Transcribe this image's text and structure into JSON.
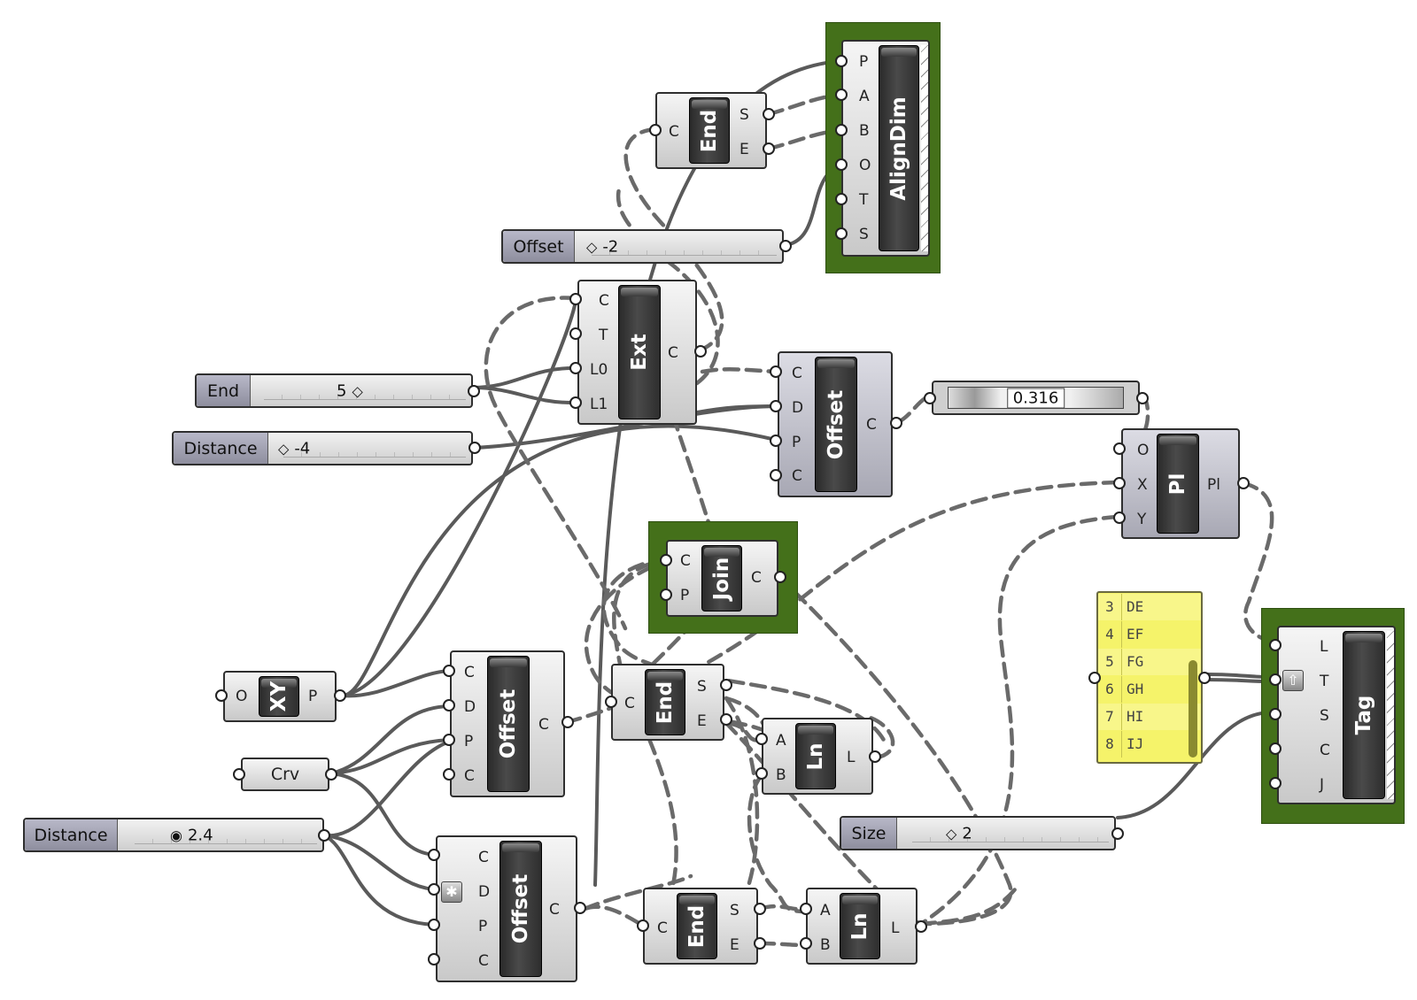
{
  "components": {
    "aligndim": {
      "name": "AlignDim",
      "inputs": [
        "P",
        "A",
        "B",
        "O",
        "T",
        "S"
      ]
    },
    "end_top": {
      "name": "End",
      "inputs": [
        "C"
      ],
      "outputs": [
        "S",
        "E"
      ]
    },
    "ext": {
      "name": "Ext",
      "inputs": [
        "C",
        "T",
        "L0",
        "L1"
      ],
      "outputs": [
        "C"
      ]
    },
    "offset_mid": {
      "name": "Offset",
      "inputs": [
        "C",
        "D",
        "P",
        "C"
      ],
      "outputs": [
        "C"
      ]
    },
    "pl": {
      "name": "Pl",
      "inputs": [
        "O",
        "X",
        "Y"
      ],
      "outputs": [
        "Pl"
      ]
    },
    "join": {
      "name": "Join",
      "inputs": [
        "C",
        "P"
      ],
      "outputs": [
        "C"
      ]
    },
    "xy": {
      "name": "XY",
      "inputs": [
        "O"
      ],
      "outputs": [
        "P"
      ]
    },
    "offset_left": {
      "name": "Offset",
      "inputs": [
        "C",
        "D",
        "P",
        "C"
      ],
      "outputs": [
        "C"
      ]
    },
    "end_mid": {
      "name": "End",
      "inputs": [
        "C"
      ],
      "outputs": [
        "S",
        "E"
      ]
    },
    "ln_mid": {
      "name": "Ln",
      "inputs": [
        "A",
        "B"
      ],
      "outputs": [
        "L"
      ]
    },
    "offset_bottom": {
      "name": "Offset",
      "inputs": [
        "C",
        "D",
        "P",
        "C"
      ],
      "outputs": [
        "C"
      ]
    },
    "end_bottom": {
      "name": "End",
      "inputs": [
        "C"
      ],
      "outputs": [
        "S",
        "E"
      ]
    },
    "ln_bottom": {
      "name": "Ln",
      "inputs": [
        "A",
        "B"
      ],
      "outputs": [
        "L"
      ]
    },
    "tag": {
      "name": "Tag",
      "inputs": [
        "L",
        "T",
        "S",
        "C",
        "J"
      ]
    }
  },
  "params": {
    "crv": "Crv"
  },
  "sliders": {
    "offset_top": {
      "name": "Offset",
      "value": "-2"
    },
    "end": {
      "name": "End",
      "value": "5"
    },
    "distance_top": {
      "name": "Distance",
      "value": "-4"
    },
    "distance_bottom": {
      "name": "Distance",
      "value": "2.4"
    },
    "size": {
      "name": "Size",
      "value": "2"
    }
  },
  "gauge": {
    "value": "0.316"
  },
  "panel": {
    "rows": [
      {
        "index": "3",
        "text": "DE"
      },
      {
        "index": "4",
        "text": "EF"
      },
      {
        "index": "5",
        "text": "FG"
      },
      {
        "index": "6",
        "text": "GH"
      },
      {
        "index": "7",
        "text": "HI"
      },
      {
        "index": "8",
        "text": "IJ"
      }
    ]
  },
  "icons": {
    "slider_grip": "diamond-icon",
    "slider_grip_round": "circle-icon",
    "flatten_badge": "asterisk-icon",
    "tag_badge": "arrow-up-icon"
  },
  "colors": {
    "group": "#44701a",
    "panel": "#f5f36a",
    "label": "#333333"
  }
}
